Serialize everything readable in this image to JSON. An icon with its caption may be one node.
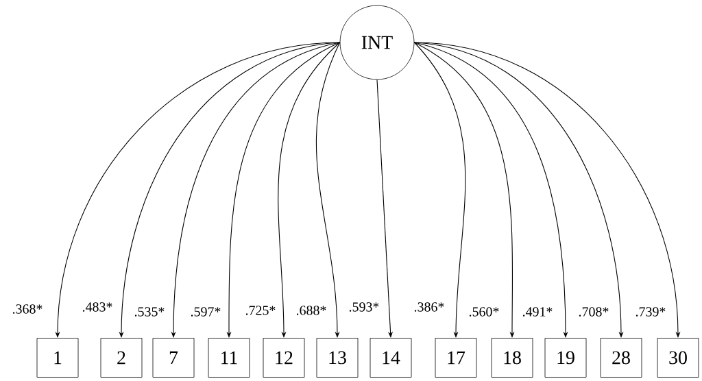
{
  "diagram": {
    "nodes": [
      {
        "text": [
          "INT"
        ]
      },
      {
        "text": [
          "1"
        ]
      },
      {
        "text": [
          "2"
        ]
      },
      {
        "text": [
          "7"
        ]
      },
      {
        "text": [
          "11"
        ]
      },
      {
        "text": [
          "12"
        ]
      },
      {
        "text": [
          "13"
        ]
      },
      {
        "text": [
          "14"
        ]
      },
      {
        "text": [
          "17"
        ]
      },
      {
        "text": [
          "18"
        ]
      },
      {
        "text": [
          "19"
        ]
      },
      {
        "text": [
          "28"
        ]
      },
      {
        "text": [
          "30"
        ]
      }
    ],
    "edges": [
      {
        "from": 0,
        "to": 1,
        "arrow": "to",
        "label": ".368*"
      },
      {
        "from": 0,
        "to": 2,
        "arrow": "to",
        "label": ".483*"
      },
      {
        "from": 0,
        "to": 3,
        "arrow": "to",
        "label": ".535*"
      },
      {
        "from": 0,
        "to": 4,
        "arrow": "to",
        "label": ".597*"
      },
      {
        "from": 0,
        "to": 5,
        "arrow": "to",
        "label": ".725*"
      },
      {
        "from": 0,
        "to": 6,
        "arrow": "to",
        "label": ".688*"
      },
      {
        "from": 0,
        "to": 7,
        "arrow": "to",
        "label": ".593*"
      },
      {
        "from": 0,
        "to": 8,
        "arrow": "to",
        "label": ".386*"
      },
      {
        "from": 0,
        "to": 9,
        "arrow": "to",
        "label": ".560*"
      },
      {
        "from": 0,
        "to": 10,
        "arrow": "to",
        "label": ".491*"
      },
      {
        "from": 0,
        "to": 11,
        "arrow": "to",
        "label": ".708*"
      },
      {
        "from": 0,
        "to": 12,
        "arrow": "to",
        "label": ".739*"
      }
    ]
  }
}
